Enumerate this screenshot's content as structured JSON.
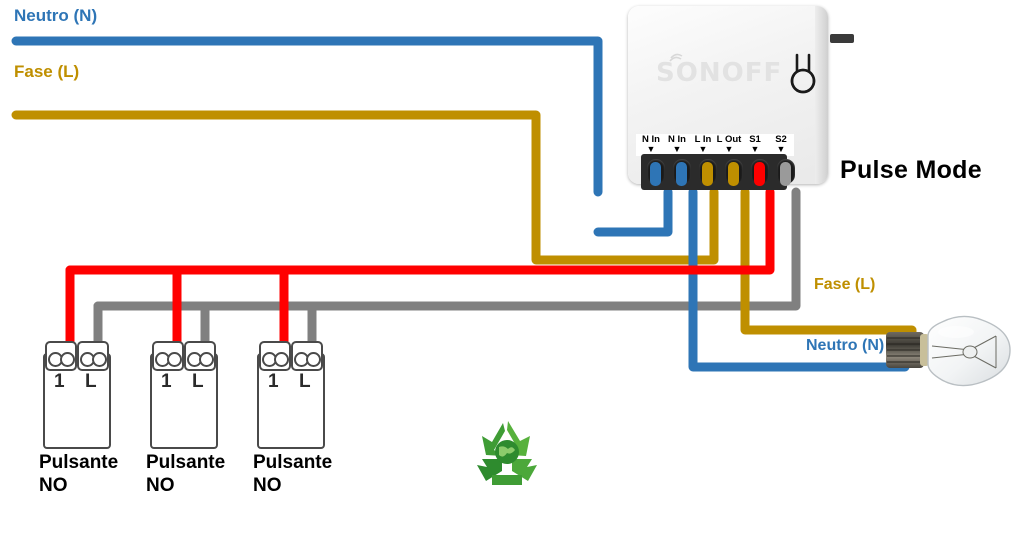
{
  "diagram": {
    "title": "Pulse Mode",
    "mode_label": "Pulse Mode",
    "colors": {
      "neutral_blue": "#2E75B6",
      "live_gold": "#BF8F00",
      "s1_red": "#FF0000",
      "s2_gray": "#808080",
      "device_body": "#F2F2F2",
      "terminal_block": "#2B2B2B",
      "text_black": "#000000",
      "recycle_green": "#3F9C35"
    }
  },
  "mains": {
    "neutral_label": "Neutro (N)",
    "live_label": "Fase (L)"
  },
  "lamp": {
    "live_label": "Fase (L)",
    "neutral_label": "Neutro (N)",
    "icon": "light-bulb-icon"
  },
  "device": {
    "brand": "SONOFF",
    "wifi_icon": "wifi-signal-icon",
    "button_icon": "device-button-icon",
    "antenna_icon": "antenna-stub-icon",
    "terminals": [
      {
        "label": "N In",
        "wire_color": "#2E75B6"
      },
      {
        "label": "N In",
        "wire_color": "#2E75B6"
      },
      {
        "label": "L In",
        "wire_color": "#BF8F00"
      },
      {
        "label": "L Out",
        "wire_color": "#BF8F00"
      },
      {
        "label": "S1",
        "wire_color": "#FF0000"
      },
      {
        "label": "S2",
        "wire_color": "#808080"
      }
    ],
    "arrow_glyph": "▼"
  },
  "buttons": [
    {
      "terminal_1": "1",
      "terminal_l": "L",
      "caption_line1": "Pulsante",
      "caption_line2": "NO"
    },
    {
      "terminal_1": "1",
      "terminal_l": "L",
      "caption_line1": "Pulsante",
      "caption_line2": "NO"
    },
    {
      "terminal_1": "1",
      "terminal_l": "L",
      "caption_line1": "Pulsante",
      "caption_line2": "NO"
    }
  ],
  "footer": {
    "recycle_icon": "recycle-icon"
  }
}
